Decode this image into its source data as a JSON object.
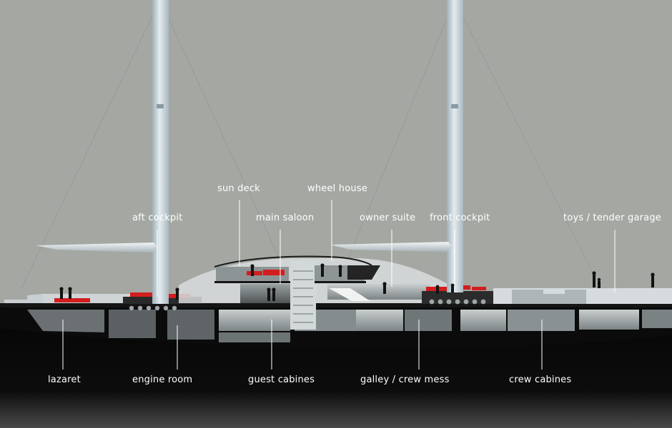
{
  "colors": {
    "sky": "#a5a8a2",
    "hull": "#0a0a0a",
    "mast": "#cfd9df",
    "interior": "#5e6466",
    "accent_red": "#d21e1e",
    "label": "#ffffff"
  },
  "labels": {
    "upper": {
      "sun_deck": "sun deck",
      "wheel_house": "wheel house",
      "aft_cockpit": "aft cockpit",
      "main_saloon": "main saloon",
      "owner_suite": "owner suite",
      "front_cockpit": "front cockpit",
      "toys_tender_garage": "toys / tender garage"
    },
    "lower": {
      "lazaret": "lazaret",
      "engine_room": "engine room",
      "guest_cabines": "guest cabines",
      "galley_crew_mess": "galley / crew mess",
      "crew_cabines": "crew cabines"
    }
  }
}
